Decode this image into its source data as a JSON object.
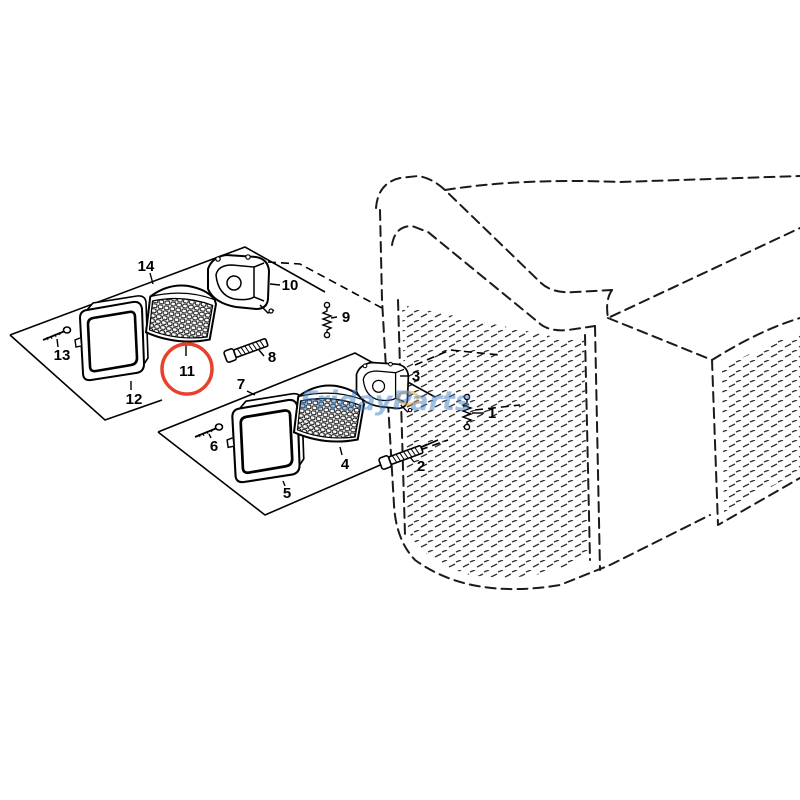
{
  "callouts": [
    {
      "number": "1"
    },
    {
      "number": "2"
    },
    {
      "number": "3"
    },
    {
      "number": "4"
    },
    {
      "number": "5"
    },
    {
      "number": "6"
    },
    {
      "number": "7"
    },
    {
      "number": "8"
    },
    {
      "number": "9"
    },
    {
      "number": "10"
    },
    {
      "number": "11",
      "highlighted": true
    },
    {
      "number": "12"
    },
    {
      "number": "13"
    },
    {
      "number": "14"
    }
  ],
  "watermark": "FridayParts",
  "colors": {
    "line": "#000000",
    "highlight": "#e8402a",
    "watermark": "#3f7fc6",
    "watermark_accent": "#f0a030",
    "background": "#ffffff"
  }
}
